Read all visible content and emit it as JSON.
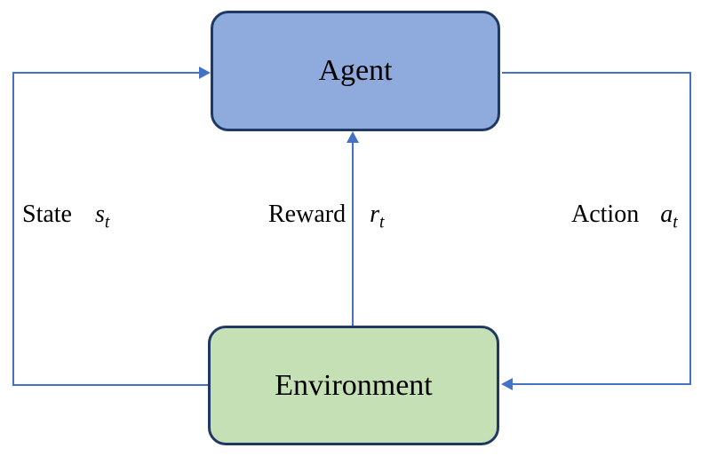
{
  "diagram": {
    "type": "reinforcement-learning-loop",
    "nodes": {
      "agent": {
        "label": "Agent",
        "fill": "#8FAADC",
        "border": "#203864"
      },
      "environment": {
        "label": "Environment",
        "fill": "#C5E0B4",
        "border": "#203864"
      }
    },
    "edges": {
      "state": {
        "word": "State",
        "var": "s",
        "sub": "t",
        "from": "environment",
        "to": "agent"
      },
      "reward": {
        "word": "Reward",
        "var": "r",
        "sub": "t",
        "from": "environment",
        "to": "agent"
      },
      "action": {
        "word": "Action",
        "var": "a",
        "sub": "t",
        "from": "agent",
        "to": "environment"
      }
    },
    "colors": {
      "arrow": "#4472C4",
      "text": "#000000",
      "background": "#ffffff"
    }
  }
}
